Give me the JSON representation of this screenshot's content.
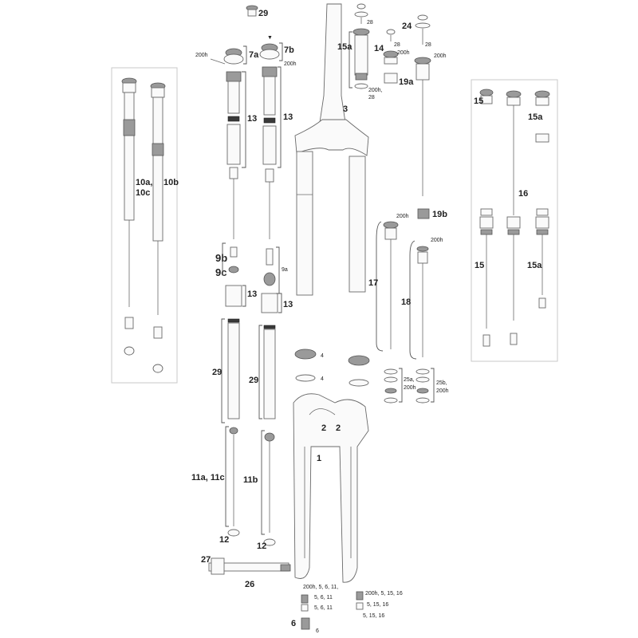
{
  "diagram": {
    "callouts": {
      "c29_top": "29",
      "c7a": "7a",
      "c7b": "7b",
      "c200h_left": "200h",
      "c200h_7b": "200h",
      "c13_a": "13",
      "c13_b": "13",
      "c13_c": "13",
      "c13_d": "13",
      "c10a10c_1": "10a,",
      "c10a10c_2": "10c",
      "c10b": "10b",
      "c9b": "9b",
      "c9c": "9c",
      "c9a": "9a",
      "c29_a": "29",
      "c29_b": "29",
      "c11a11c": "11a, 11c",
      "c11b": "11b",
      "c12_a": "12",
      "c12_b": "12",
      "c27": "27",
      "c26": "26",
      "c3": "3",
      "c1": "1",
      "c2_a": "2",
      "c2_b": "2",
      "c4_a": "4",
      "c4_b": "4",
      "c15a_top": "15a",
      "c28_a": "28",
      "c28_b": "28",
      "c28_c": "28",
      "c14": "14",
      "c24": "24",
      "c200h_14": "200h",
      "c200h_24": "200h",
      "c19a": "19a",
      "c200h_28_1": "200h,",
      "c200h_28_2": "28",
      "c19b": "19b",
      "c200h_17": "200h",
      "c200h_18": "200h",
      "c17": "17",
      "c18": "18",
      "c25a_1": "25a,",
      "c25a_2": "200h",
      "c25b_1": "25b,",
      "c25b_2": "200h",
      "c15_r": "15",
      "c15a_r1": "15a",
      "c16": "16",
      "c15_r2": "15",
      "c15a_r2": "15a",
      "c200h_5611": "200h, 5, 6, 11,",
      "c5611_a": "5, 6, 11",
      "c5611_b": "5, 6, 11",
      "c6_a": "6",
      "c6_b": "6",
      "c200h_51516": "200h, 5, 15, 16",
      "c51516_a": "5, 15, 16",
      "c51516_b": "5, 15, 16"
    }
  }
}
